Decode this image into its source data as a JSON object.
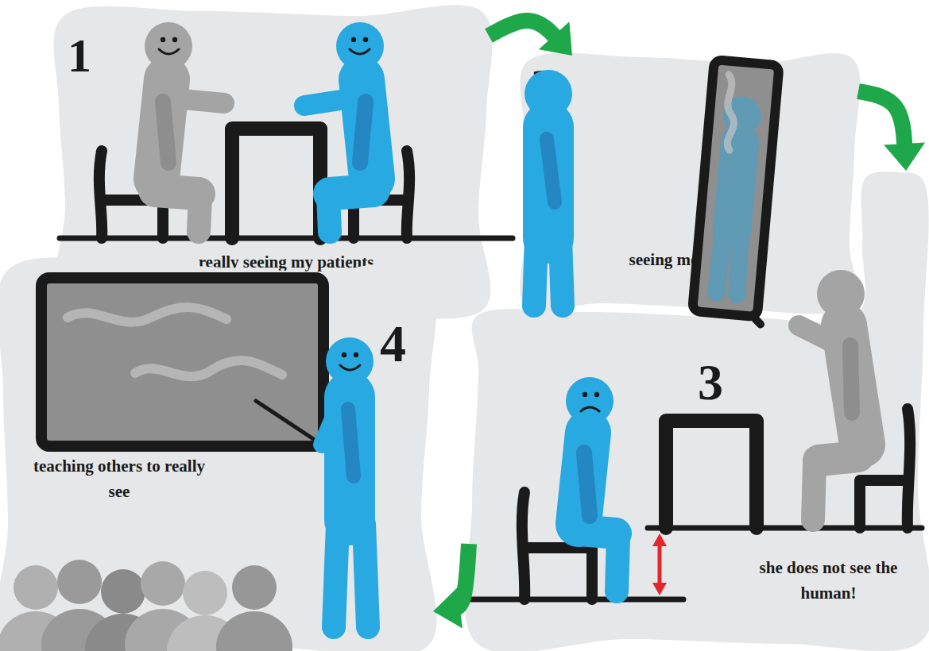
{
  "diagram": {
    "nodes": [
      {
        "text": [
          "1",
          "really seeing my patients"
        ]
      },
      {
        "text": [
          "2",
          "seeing me"
        ]
      },
      {
        "text": [
          "3",
          "she does not see the human!"
        ]
      },
      {
        "text": [
          "4",
          "teaching others to really see"
        ]
      }
    ],
    "edges": [
      {
        "from": 0,
        "to": 1,
        "arrow": "to"
      },
      {
        "from": 1,
        "to": 2,
        "arrow": "to"
      },
      {
        "from": 2,
        "to": 3,
        "arrow": "to"
      }
    ]
  }
}
